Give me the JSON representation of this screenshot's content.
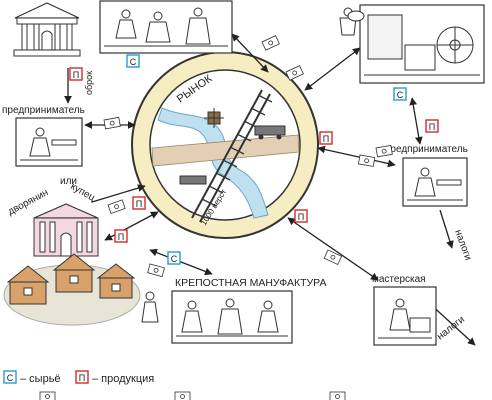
{
  "market": {
    "title": "РЫНОК",
    "distance": "1000 верст"
  },
  "labels": {
    "obrok": "оброк",
    "entrepreneur_left": "предприниматель",
    "entrepreneur_right": "предприниматель",
    "nobleman": "дворянин",
    "or": "или",
    "merchant": "купец",
    "serf_manufactory": "КРЕПОСТНАЯ МАНУФАКТУРА",
    "workshop": "мастерская",
    "taxes_right": "налоги",
    "taxes_bottom": "налоги"
  },
  "badges": {
    "raw": "С",
    "product": "П"
  },
  "legend": {
    "raw_letter": "С",
    "raw_text": "– сырьё",
    "product_letter": "П",
    "product_text": "– продукция"
  },
  "colors": {
    "raw_badge": "#1e9fd6",
    "product_badge": "#d42a2a",
    "market_fill": "#f6edc2",
    "river": "#bfe0ef",
    "road": "#e3cfb3",
    "manor": "#f3d8e2",
    "village_ground": "#e8e4d6",
    "log_house": "#d9a26a"
  }
}
